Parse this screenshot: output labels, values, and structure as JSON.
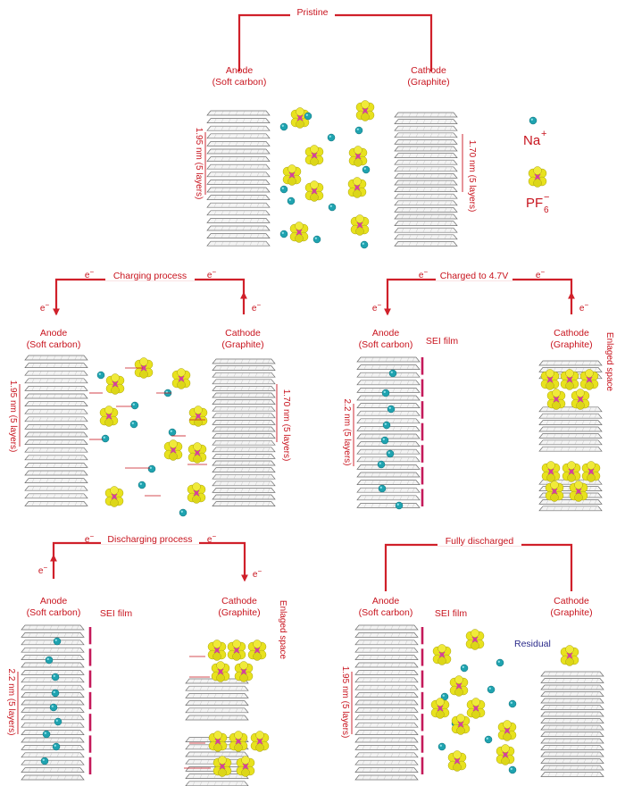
{
  "panel_pristine": {
    "title": "Pristine",
    "anode_label_1": "Anode",
    "anode_label_2": "(Soft carbon)",
    "cathode_label_1": "Cathode",
    "cathode_label_2": "(Graphite)",
    "anode_spacing": "1.95 nm (5 layers)",
    "cathode_spacing": "1.70 nm (5 layers)"
  },
  "legend": {
    "sodium_label": "Na",
    "sodium_charge": "+",
    "anion_label": "PF",
    "anion_subscript": "6",
    "anion_charge": "−",
    "sodium_color": "#1fa3b0",
    "anion_color": "#e6e020"
  },
  "panel_charging": {
    "title": "Charging process",
    "electron": "e",
    "electron_charge": "−",
    "anode_label_1": "Anode",
    "anode_label_2": "(Soft carbon)",
    "cathode_label_1": "Cathode",
    "cathode_label_2": "(Graphite)",
    "anode_spacing": "1.95 nm (5 layers)",
    "cathode_spacing": "1.70 nm (5 layers)"
  },
  "panel_charged": {
    "title": "Charged to 4.7V",
    "electron": "e",
    "electron_charge": "−",
    "anode_label_1": "Anode",
    "anode_label_2": "(Soft carbon)",
    "cathode_label_1": "Cathode",
    "cathode_label_2": "(Graphite)",
    "sei_label": "SEI film",
    "anode_spacing": "2.2 nm (5 layers)",
    "cathode_note": "Enlaged space"
  },
  "panel_discharging": {
    "title": "Discharging process",
    "electron": "e",
    "electron_charge": "−",
    "anode_label_1": "Anode",
    "anode_label_2": "(Soft carbon)",
    "cathode_label_1": "Cathode",
    "cathode_label_2": "(Graphite)",
    "sei_label": "SEI film",
    "anode_spacing": "2.2 nm (5 layers)",
    "cathode_note": "Enlaged space"
  },
  "panel_discharged": {
    "title": "Fully discharged",
    "anode_label_1": "Anode",
    "anode_label_2": "(Soft carbon)",
    "cathode_label_1": "Cathode",
    "cathode_label_2": "(Graphite)",
    "sei_label": "SEI film",
    "anode_spacing": "1.95 nm (5 layers)",
    "residual_label": "Residual"
  },
  "colors": {
    "wire": "#d0202a",
    "text": "#c8141e",
    "sei": "#c41a5a",
    "residual_text": "#2a2a8a"
  }
}
